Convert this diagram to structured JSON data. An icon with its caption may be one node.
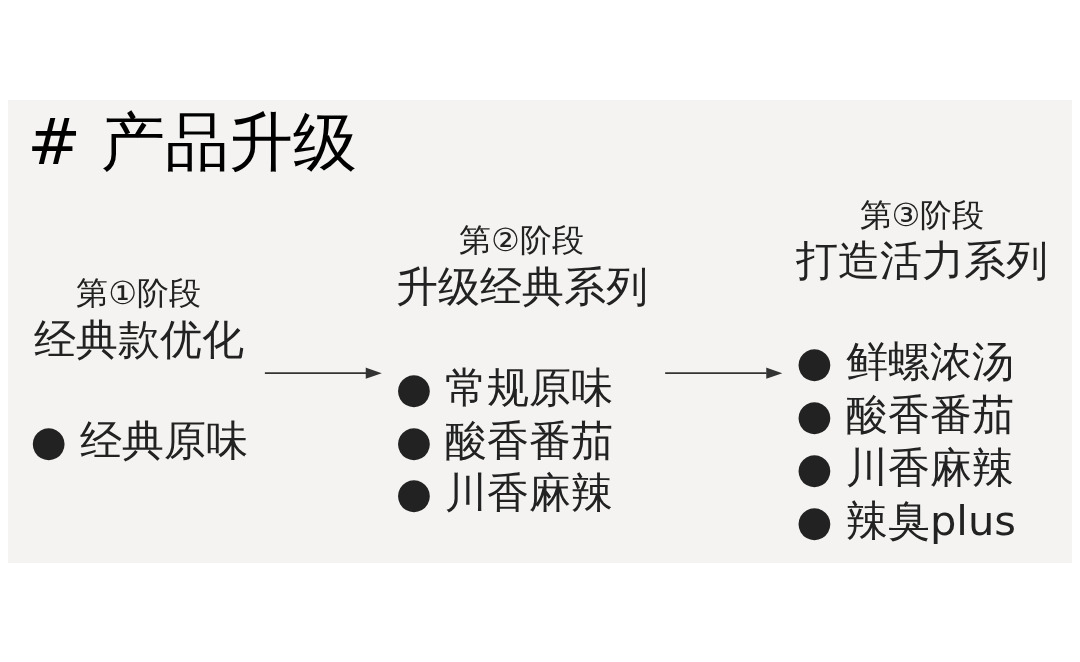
{
  "diagram": {
    "title": "# 产品升级",
    "nodes": [
      {
        "text": [
          "第①阶段",
          "经典款优化",
          "● 经典原味"
        ]
      },
      {
        "text": [
          "第②阶段",
          "升级经典系列",
          "● 常规原味",
          "● 酸香番茄",
          "● 川香麻辣"
        ]
      },
      {
        "text": [
          "第③阶段",
          "打造活力系列",
          "● 鲜螺浓汤",
          "● 酸香番茄",
          "● 川香麻辣",
          "● 辣臭plus"
        ]
      }
    ],
    "edges": [
      {
        "from": 0,
        "to": 1,
        "arrow": "to"
      },
      {
        "from": 1,
        "to": 2,
        "arrow": "to"
      }
    ]
  }
}
